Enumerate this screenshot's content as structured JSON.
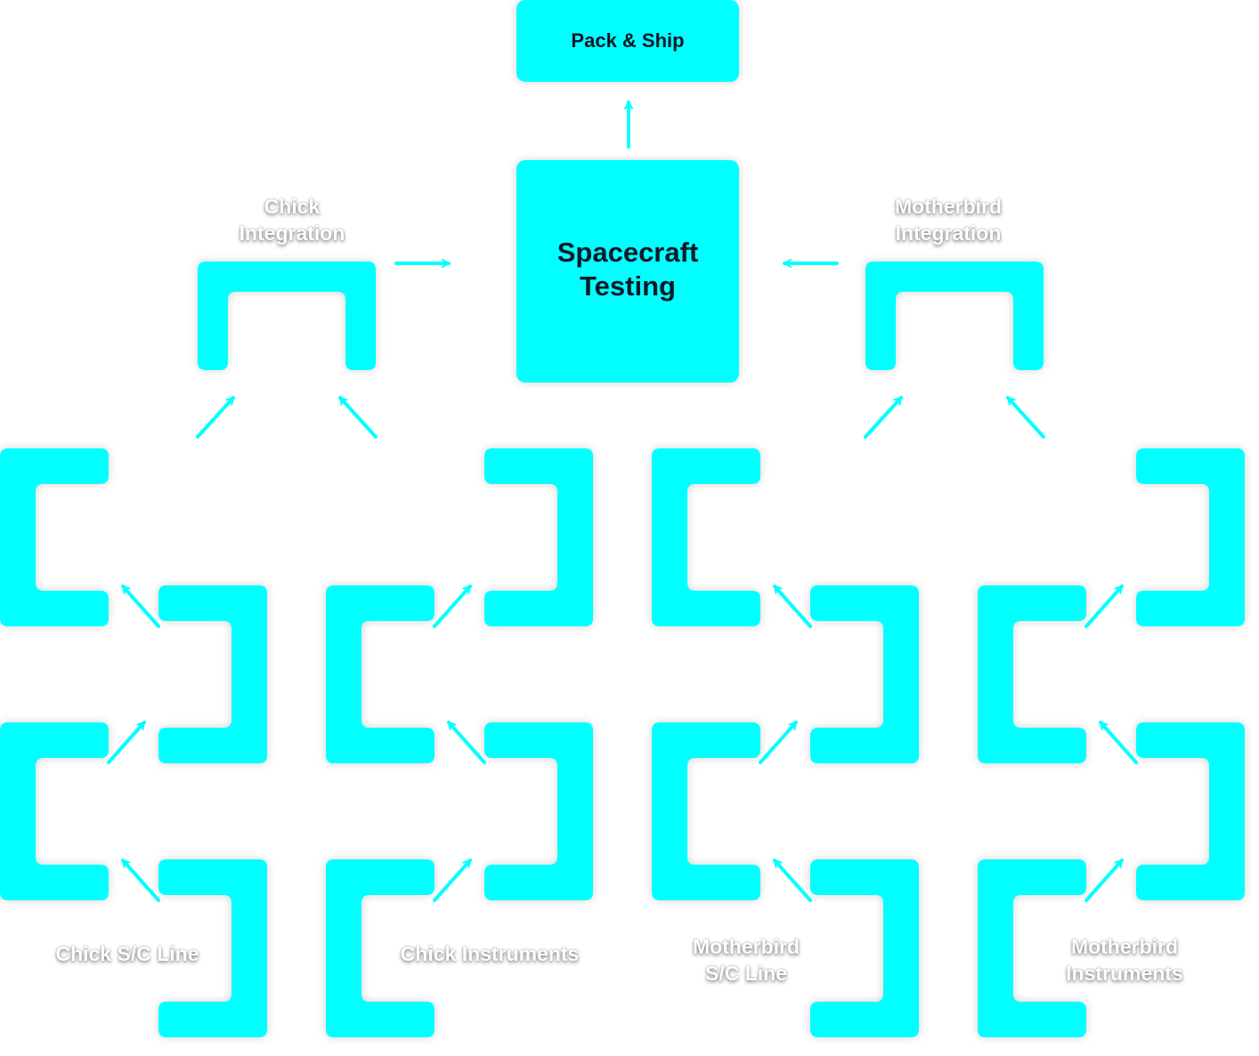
{
  "colors": {
    "accent": "#00ffff",
    "dark_text": "#111827",
    "light_text": "#ffffff"
  },
  "nodes": {
    "pack_ship": "Pack & Ship",
    "spacecraft_testing": "Spacecraft Testing",
    "chick_integration": "Chick Integration",
    "motherbird_integration": "Motherbird Integration",
    "chick_sc_line": "Chick S/C Line",
    "chick_instruments": "Chick Instruments",
    "motherbird_sc_line": "Motherbird S/C Line",
    "motherbird_instruments": "Motherbird Instruments"
  }
}
